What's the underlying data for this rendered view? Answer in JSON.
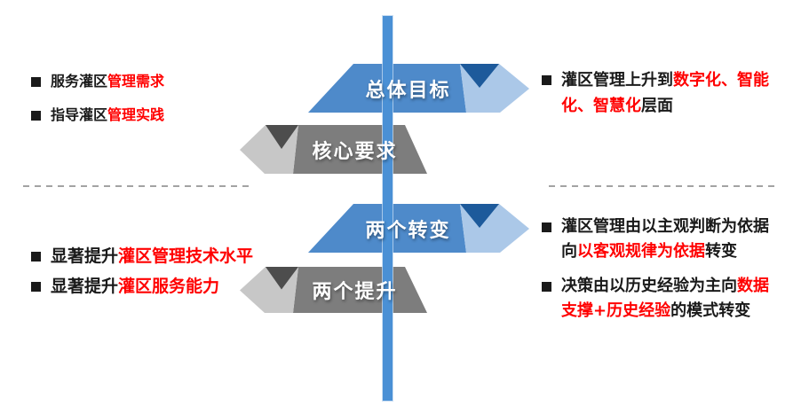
{
  "colors": {
    "axis_blue": "#4a90d5",
    "blue_body": "#4e8aca",
    "blue_dark": "#1d5a9b",
    "blue_light": "#abc8e8",
    "gray_body": "#7d7d7d",
    "gray_dark": "#4d4d4d",
    "gray_light": "#c7c7c7",
    "text_black": "#1a1a1a",
    "text_red": "#ff0000",
    "dash": "#a3a3a3"
  },
  "banners": [
    {
      "id": "overall-goal",
      "label": "总体目标",
      "style": "blue",
      "direction": "right"
    },
    {
      "id": "core-requirement",
      "label": "核心要求",
      "style": "gray",
      "direction": "left"
    },
    {
      "id": "two-transformations",
      "label": "两个转变",
      "style": "blue",
      "direction": "right"
    },
    {
      "id": "two-improvements",
      "label": "两个提升",
      "style": "gray",
      "direction": "left"
    }
  ],
  "lists": {
    "left_top": {
      "items": [
        {
          "lines": [
            [
              {
                "t": "服务灌区",
                "c": "black"
              },
              {
                "t": "管理需求",
                "c": "red"
              }
            ]
          ]
        },
        {
          "lines": [
            [
              {
                "t": "指导灌区",
                "c": "black"
              },
              {
                "t": "管理实践",
                "c": "red"
              }
            ]
          ]
        }
      ]
    },
    "right_top": {
      "items": [
        {
          "lines": [
            [
              {
                "t": "灌区管理上升到",
                "c": "black"
              },
              {
                "t": "数字化、智能",
                "c": "red"
              }
            ],
            [
              {
                "t": "化、智慧化",
                "c": "red"
              },
              {
                "t": "层面",
                "c": "black"
              }
            ]
          ]
        }
      ]
    },
    "left_bottom": {
      "items": [
        {
          "lines": [
            [
              {
                "t": "显著提升",
                "c": "black"
              },
              {
                "t": "灌区管理技术水平",
                "c": "red"
              }
            ]
          ]
        },
        {
          "lines": [
            [
              {
                "t": "显著提升",
                "c": "black"
              },
              {
                "t": "灌区服务能力",
                "c": "red"
              }
            ]
          ]
        }
      ]
    },
    "right_bottom": {
      "items": [
        {
          "lines": [
            [
              {
                "t": "灌区管理由以主观判断为依据",
                "c": "black"
              }
            ],
            [
              {
                "t": "向",
                "c": "black"
              },
              {
                "t": "以客观规律为依据",
                "c": "red"
              },
              {
                "t": "转变",
                "c": "black"
              }
            ]
          ]
        },
        {
          "lines": [
            [
              {
                "t": "决策由以历史经验为主向",
                "c": "black"
              },
              {
                "t": "数据",
                "c": "red"
              }
            ],
            [
              {
                "t": "支撑+历史经验",
                "c": "red"
              },
              {
                "t": "的模式转变",
                "c": "black"
              }
            ]
          ]
        }
      ]
    }
  }
}
